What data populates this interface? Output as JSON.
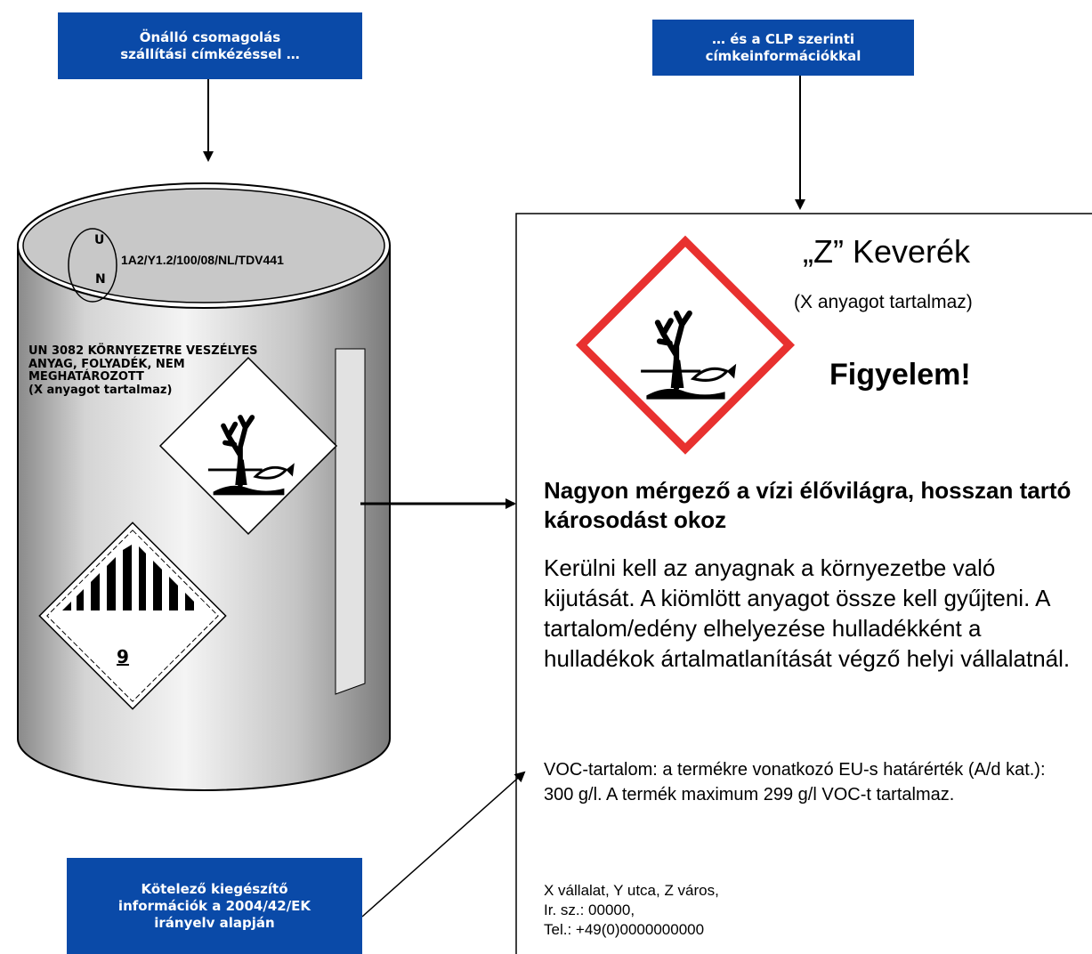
{
  "callouts": {
    "packaging": [
      "Önálló csomagolás",
      "szállítási címkézéssel …"
    ],
    "clp": [
      "… és a CLP szerinti",
      "címkeinformációkkal"
    ],
    "supplementary": [
      "Kötelező kiegészítő",
      "információk a 2004/42/EK",
      "irányelv alapján"
    ]
  },
  "drum": {
    "un_letter_top": "U",
    "un_letter_bottom": "N",
    "un_code": "1A2/Y1.2/100/08/NL/TDV441",
    "shipping_lines": [
      "UN 3082 KÖRNYEZETRE VESZÉLYES",
      "ANYAG, FOLYADÉK, NEM",
      "MEGHATÁROZOTT",
      "(X anyagot tartalmaz)"
    ],
    "class_number": "9",
    "pictograms": [
      "environment-hazard-icon",
      "class-9-placard-icon"
    ]
  },
  "label": {
    "product_name": "„Z” Keverék",
    "product_sub": "(X anyagot tartalmaz)",
    "signal_word": "Figyelem!",
    "hazard_statement": "Nagyon mérgező a vízi élővilágra, hosszan tartó károsodást okoz",
    "precautionary_statement": "Kerülni kell az anyagnak a környezetbe való kijutását. A kiömlött anyagot össze kell gyűjteni. A tartalom/edény elhelyezése hulladékként a hulladékok ártalmatlanítását végző helyi vállalatnál.",
    "voc_statement": "VOC-tartalom: a termékre vonatkozó EU-s határérték (A/d kat.): 300 g/l. A termék maximum 299 g/l VOC-t tartalmaz.",
    "supplier_lines": [
      "X vállalat, Y utca, Z város,",
      "Ir. sz.: 00000,",
      "Tel.: +49(0)0000000000"
    ]
  },
  "colors": {
    "callout_bg": "#0a4aa8",
    "callout_text": "#ffffff",
    "ghs_border": "#e8312f",
    "drum_lid": "#c8c8c8"
  }
}
